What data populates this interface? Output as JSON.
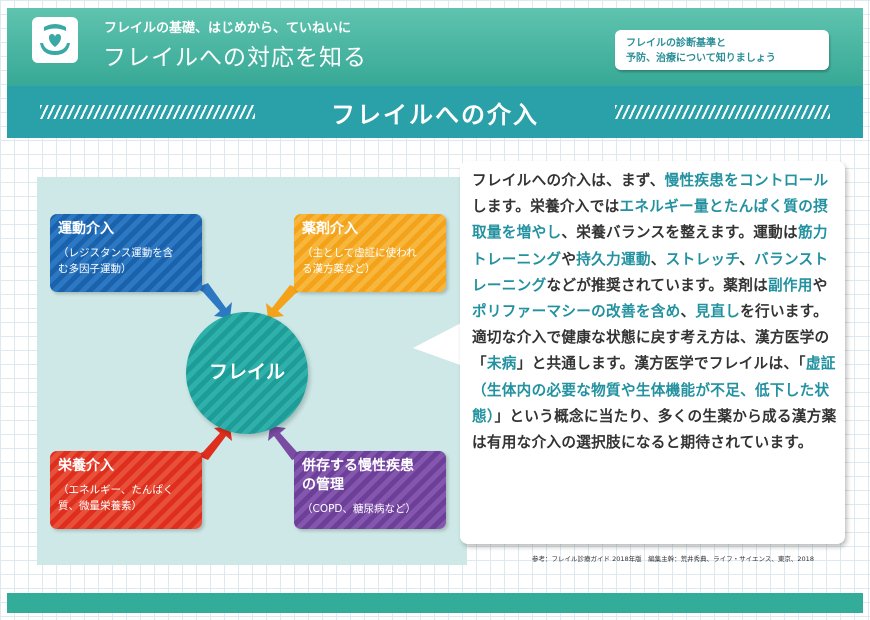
{
  "header": {
    "subtitle": "フレイルの基礎、はじめから、ていねいに",
    "title": "フレイルへの対応を知る",
    "note_line1": "フレイルの診断基準と",
    "note_line2": "予防、治療について知りましょう"
  },
  "section": {
    "title": "フレイルへの介入"
  },
  "diagram": {
    "center": "フレイル",
    "boxes": [
      {
        "title": "運動介入",
        "desc1": "（レジスタンス運動を含",
        "desc2": "む多因子運動）",
        "color": "#1b62ad"
      },
      {
        "title": "薬剤介入",
        "desc1": "（主として虚証に使われ",
        "desc2": "る漢方薬など）",
        "color": "#f3a21a"
      },
      {
        "title": "栄養介入",
        "desc1": "（エネルギー、たんぱく",
        "desc2": "質、微量栄養素）",
        "color": "#dd2e1e"
      },
      {
        "title1": "併存する慢性疾患",
        "title2": "の管理",
        "desc1": "（COPD、糖尿病など）",
        "color": "#6c3f98"
      }
    ]
  },
  "text": {
    "p1": [
      "フレイルへの介入は、まず、",
      "慢性疾患をコントロール",
      "します。栄養介入では",
      "エネルギー量とたんぱく質の摂取量を増やし",
      "、栄養バランスを整えます。運動は",
      "筋力トレーニング",
      "や",
      "持久力運動",
      "、",
      "ストレッチ",
      "、",
      "バランストレーニング",
      "などが推奨されています。薬剤は",
      "副作用",
      "や",
      "ポリファーマシーの改善を含め",
      "、",
      "見直し",
      "を行います。"
    ],
    "p2": [
      "適切な介入で健康な状態に戻す考え方は、漢方医学の「",
      "未病",
      "」と共通します。漢方医学でフレイルは、「",
      "虚証（生体内の必要な物質や生体機能が不足、低下した状態）",
      "」という概念に当たり、多くの生薬から成る漢方薬は有用な介入の選択肢になると期待されています。"
    ]
  },
  "footnote": "参考：フレイル診療ガイド 2018年版　編集主幹：荒井秀典、ライフ・サイエンス、東京、2018",
  "colors": {
    "header": "#37a996",
    "band": "#2aa0a9",
    "highlight": "#2291a0"
  },
  "icons": {
    "logo": "hands-heart-icon"
  }
}
